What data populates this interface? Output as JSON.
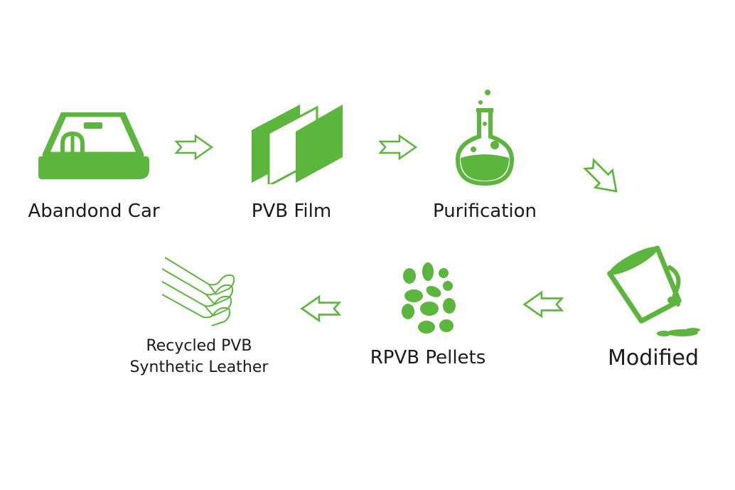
{
  "colors": {
    "accent": "#5cb53c",
    "text": "#1a1a1a",
    "background": "#ffffff"
  },
  "steps": [
    {
      "label": "Abandond Car",
      "icon": "car-windshield-icon"
    },
    {
      "label": "PVB Film",
      "icon": "film-layers-icon"
    },
    {
      "label": "Purification",
      "icon": "flask-icon"
    },
    {
      "label": "Modified",
      "icon": "paint-bucket-icon"
    },
    {
      "label": "RPVB Pellets",
      "icon": "pellets-icon"
    },
    {
      "label_line1": "Recycled PVB",
      "label_line2": "Synthetic Leather",
      "icon": "leather-layers-icon"
    }
  ]
}
